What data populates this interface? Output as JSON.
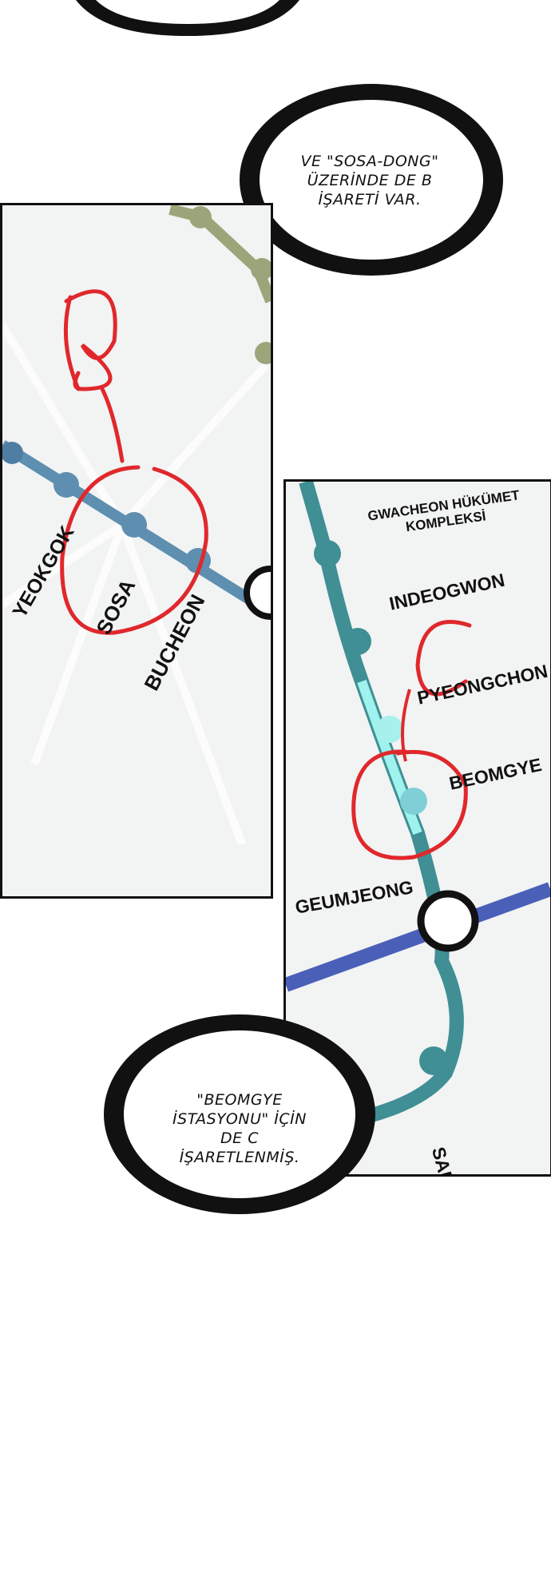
{
  "bubbles": {
    "top_partial": "",
    "sosa": "VE \"SOSA-DONG\" ÜZERİNDE DE B İŞARETİ VAR.",
    "beomgye": "\"BEOMGYE İSTASYONU\" İÇİN DE C İŞARETLENMİŞ."
  },
  "panel_left": {
    "mark": "B",
    "stations": {
      "yeokgok": "YEOKGOK",
      "sosa": "SOSA",
      "bucheon": "BUCHEON"
    }
  },
  "panel_right": {
    "mark": "C",
    "stations": {
      "gwacheon": "GWACHEON HÜKÜMET KOMPLEKSİ",
      "indeogwon": "INDEOGWON",
      "pyeongchon": "PYEONGCHON",
      "beomgye": "BEOMGYE",
      "geumjeong": "GEUMJEONG",
      "sanbon": "SANBON"
    }
  },
  "colors": {
    "line_blue": "#5f8fb0",
    "line_teal": "#3f8f95",
    "line_green": "#9aa57a",
    "line_indigo": "#4a5fb8",
    "marker_red": "#e0282c"
  }
}
